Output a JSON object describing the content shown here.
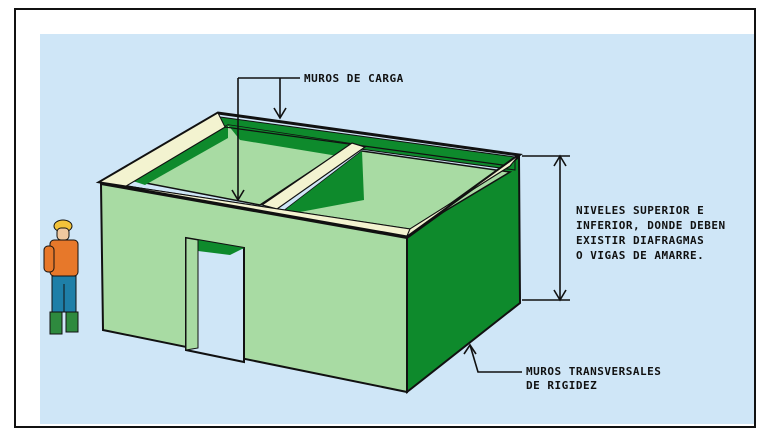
{
  "colors": {
    "sky": "#cfe6f7",
    "wall_light": "#a8dba3",
    "wall_dark": "#0e8a2c",
    "beam": "#f3f3d0",
    "ink": "#111111",
    "worker_helmet": "#f2c23a",
    "worker_shirt": "#e7782a",
    "worker_pants": "#1e7fa8",
    "worker_boots": "#2e8a3e"
  },
  "labels": {
    "muros_de_carga": "MUROS DE CARGA",
    "niveles": [
      "NIVELES SUPERIOR E",
      "INFERIOR, DONDE DEBEN",
      "EXISTIR DIAFRAGMAS",
      "O VIGAS DE AMARRE."
    ],
    "transversales": [
      "MUROS TRANSVERSALES",
      "DE RIGIDEZ"
    ]
  }
}
